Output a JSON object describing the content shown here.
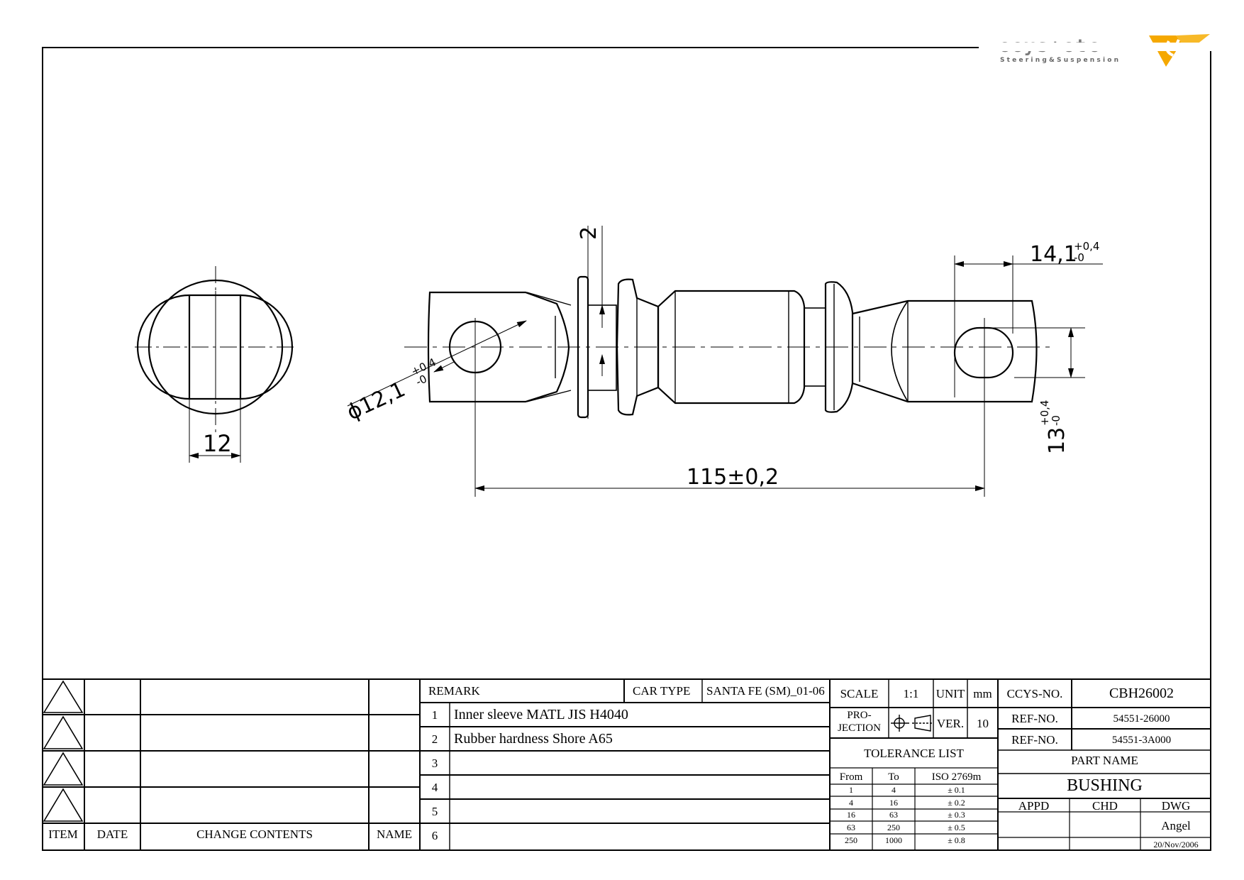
{
  "logo": {
    "text": "ccys+ctc",
    "subtitle": "Steering&Suspension",
    "accent_color": "#f5a800"
  },
  "dimensions": {
    "width_12": "12",
    "hole_dia_prefix": "ϕ12,1",
    "hole_dia_tol_plus": "+0,4",
    "hole_dia_tol_minus": "-0",
    "flange_2": "2",
    "slot_14_1": "14,1",
    "slot_14_1_tol_plus": "+0,4",
    "slot_14_1_tol_minus": "-0",
    "slot_13": "13",
    "slot_13_tol_plus": "+0,4",
    "slot_13_tol_minus": "-0",
    "overall_length": "115±0,2"
  },
  "revision_table": {
    "headers": [
      "ITEM",
      "DATE",
      "CHANGE CONTENTS",
      "NAME"
    ]
  },
  "remarks": {
    "header": "REMARK",
    "car_type_label": "CAR TYPE",
    "car_type_value": "SANTA FE (SM)_01-06",
    "rows": [
      {
        "no": "1",
        "text": "Inner sleeve MATL JIS H4040"
      },
      {
        "no": "2",
        "text": "Rubber hardness Shore A65"
      },
      {
        "no": "3",
        "text": ""
      },
      {
        "no": "4",
        "text": ""
      },
      {
        "no": "5",
        "text": ""
      },
      {
        "no": "6",
        "text": ""
      }
    ]
  },
  "title_block": {
    "scale_label": "SCALE",
    "scale_value": "1:1",
    "unit_label": "UNIT",
    "unit_value": "mm",
    "projection_label_1": "PRO-",
    "projection_label_2": "JECTION",
    "ver_label": "VER.",
    "ver_value": "10",
    "ccys_no_label": "CCYS-NO.",
    "ccys_no_value": "CBH26002",
    "ref_no_label": "REF-NO.",
    "ref_no_value_1": "54551-26000",
    "ref_no_value_2": "54551-3A000",
    "part_name_label": "PART NAME",
    "part_name_value": "BUSHING",
    "appd_label": "APPD",
    "chd_label": "CHD",
    "dwg_label": "DWG",
    "dwg_name": "Angel",
    "dwg_date": "20/Nov/2006"
  },
  "tolerance": {
    "title": "TOLERANCE LIST",
    "headers": [
      "From",
      "To",
      "ISO 2769m"
    ],
    "rows": [
      [
        "1",
        "4",
        "± 0.1"
      ],
      [
        "4",
        "16",
        "± 0.2"
      ],
      [
        "16",
        "63",
        "± 0.3"
      ],
      [
        "63",
        "250",
        "± 0.5"
      ],
      [
        "250",
        "1000",
        "± 0.8"
      ]
    ]
  }
}
